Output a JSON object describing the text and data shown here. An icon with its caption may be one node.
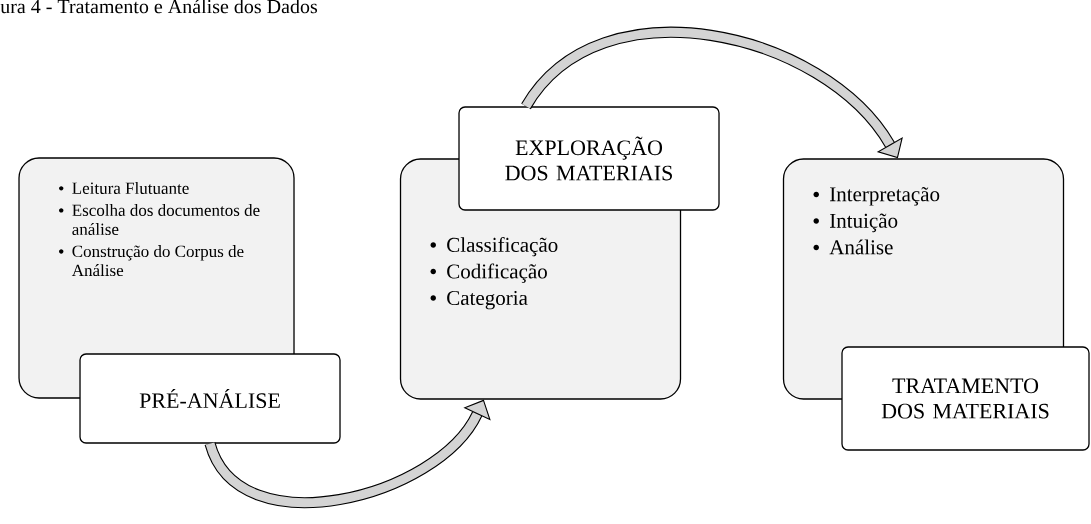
{
  "diagram": {
    "title": "ura 4 - Tratamento e Análise dos Dados",
    "nodes": [
      {
        "text": [
          "Leitura Flutuante",
          "Escolha dos documentos de análise",
          "Construção do Corpus de Análise"
        ]
      },
      {
        "text": [
          "PRÉ-ANÁLISE"
        ]
      },
      {
        "text": [
          "Classificação",
          "Codificação",
          "Categoria"
        ]
      },
      {
        "text": [
          "EXPLORAÇÃO DOS MATERIAIS"
        ]
      },
      {
        "text": [
          "Interpretação",
          "Intuição",
          "Análise"
        ]
      },
      {
        "text": [
          "TRATAMENTO DOS MATERIAIS"
        ]
      }
    ],
    "edges": [
      {
        "from": 1,
        "to": 2,
        "arrow": "to"
      },
      {
        "from": 3,
        "to": 4,
        "arrow": "to"
      }
    ]
  }
}
